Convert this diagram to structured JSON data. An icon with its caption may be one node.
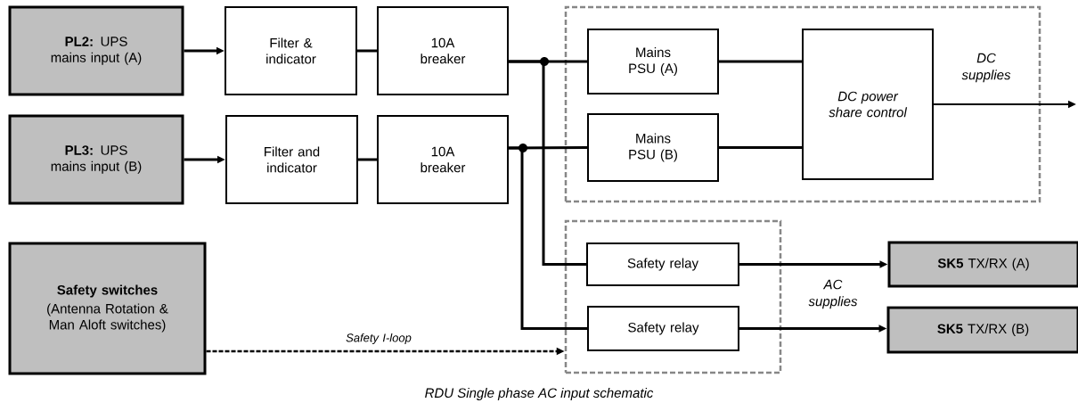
{
  "diagram": {
    "caption": "RDU Single phase AC input schematic",
    "nodes": [
      {
        "text": [
          "**PL2:** UPS mains input (A)"
        ]
      },
      {
        "text": [
          "Filter & indicator"
        ]
      },
      {
        "text": [
          "10A breaker"
        ]
      },
      {
        "text": [
          "**PL3:** UPS mains input (B)"
        ]
      },
      {
        "text": [
          "Filter and indicator"
        ]
      },
      {
        "text": [
          "10A breaker"
        ]
      },
      {
        "text": [],
        "shape": "box"
      },
      {
        "text": [
          "Mains PSU (A)"
        ],
        "in": 6
      },
      {
        "text": [
          "Mains PSU (B)"
        ],
        "in": 6
      },
      {
        "text": [
          "DC power share control"
        ],
        "in": 6
      },
      {
        "text": [],
        "shape": "box"
      },
      {
        "text": [
          "Safety relay"
        ],
        "in": 10
      },
      {
        "text": [
          "Safety relay"
        ],
        "in": 10
      },
      {
        "text": [
          "**SK5** TX/RX (A)"
        ]
      },
      {
        "text": [
          "**SK5** TX/RX (B)"
        ]
      },
      {
        "text": [
          "Safety switches",
          "(Antenna Rotation & Man Aloft switches)"
        ]
      }
    ],
    "edges": [
      {
        "from": 0,
        "to": 1,
        "arrow": "to"
      },
      {
        "from": 1,
        "to": 2,
        "arrow": "none"
      },
      {
        "from": 3,
        "to": 4,
        "arrow": "to"
      },
      {
        "from": 4,
        "to": 5,
        "arrow": "none"
      },
      {
        "from": 2,
        "to": 7,
        "arrow": "none"
      },
      {
        "from": 2,
        "to": 11,
        "arrow": "none"
      },
      {
        "from": 5,
        "to": 8,
        "arrow": "none"
      },
      {
        "from": 5,
        "to": 12,
        "arrow": "none"
      },
      {
        "from": 7,
        "to": 9,
        "arrow": "none"
      },
      {
        "from": 8,
        "to": 9,
        "arrow": "none"
      },
      {
        "from": 9,
        "to": null,
        "arrow": "to",
        "label": "DC supplies"
      },
      {
        "from": 11,
        "to": 13,
        "arrow": "to"
      },
      {
        "from": 12,
        "to": 14,
        "arrow": "to"
      },
      {
        "from": 15,
        "to": 10,
        "arrow": "to",
        "style": "dashed",
        "label": "Safety I-loop"
      }
    ],
    "labels": [
      "AC supplies"
    ]
  }
}
